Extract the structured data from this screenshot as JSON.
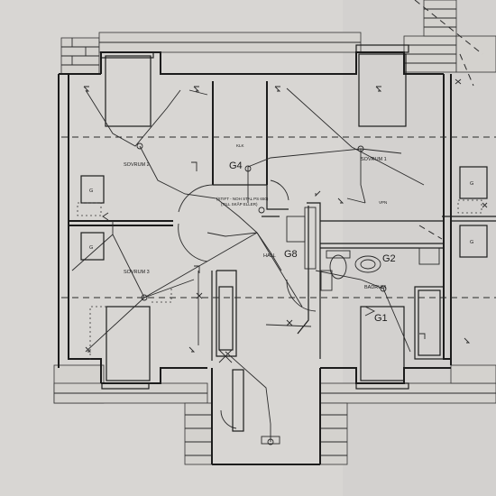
{
  "labels": {
    "room_g4": "G4",
    "room_g8": "G8",
    "room_g2": "G2",
    "room_g1": "G1",
    "sovrum_2": "SOVRUM 2",
    "sovrum_1": "SOVRUM 1",
    "sovrum_3": "SOVRUM 3",
    "hall": "HALL",
    "badrum": "BADRUM",
    "klk": "KLK",
    "vpn": "VPN",
    "bracket_g": "G",
    "note_line1": "(STIFT - NOH STAL PS 650)",
    "note_line2": "(TILL SKÅP ELLER)"
  },
  "colors": {
    "paper": "#d8d6d3",
    "ink": "#1c1c1c"
  }
}
